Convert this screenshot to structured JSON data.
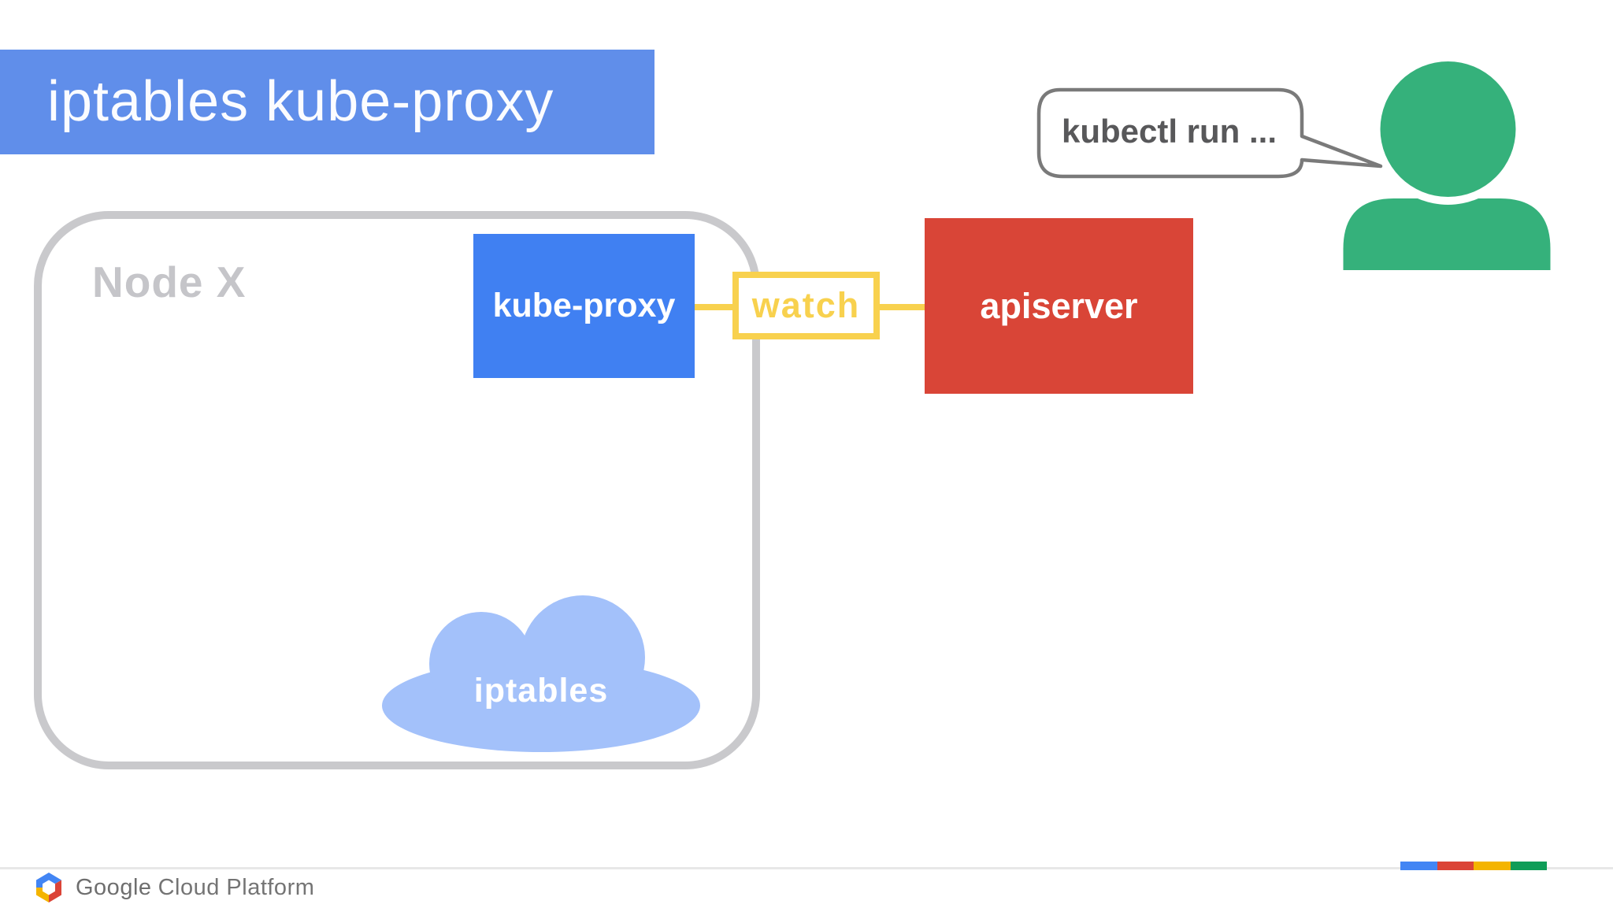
{
  "slide": {
    "title": "iptables kube-proxy"
  },
  "diagram": {
    "node": {
      "label": "Node X"
    },
    "kube_proxy": {
      "label": "kube-proxy",
      "color": "#4080f2"
    },
    "watch": {
      "label": "watch",
      "color": "#f8d14e"
    },
    "apiserver": {
      "label": "apiserver",
      "color": "#d94537"
    },
    "iptables": {
      "label": "iptables",
      "color": "#a3c1fa"
    },
    "bubble": {
      "text": "kubectl run ...",
      "border_color": "#7a7a7a"
    },
    "user": {
      "color": "#35b17b"
    }
  },
  "footer": {
    "brand_google": "Google",
    "brand_rest": "Cloud Platform",
    "bar_colors": [
      "#4285f4",
      "#db4437",
      "#f4b400",
      "#0f9d58"
    ]
  },
  "colors": {
    "title_bg": "#608eea",
    "title_text": "#fbfcff",
    "node_border": "#c9c9cc",
    "node_label": "#c5c5c9",
    "bubble_text": "#58585a",
    "footer_line": "#e8e8e8",
    "footer_text": "#747474"
  }
}
